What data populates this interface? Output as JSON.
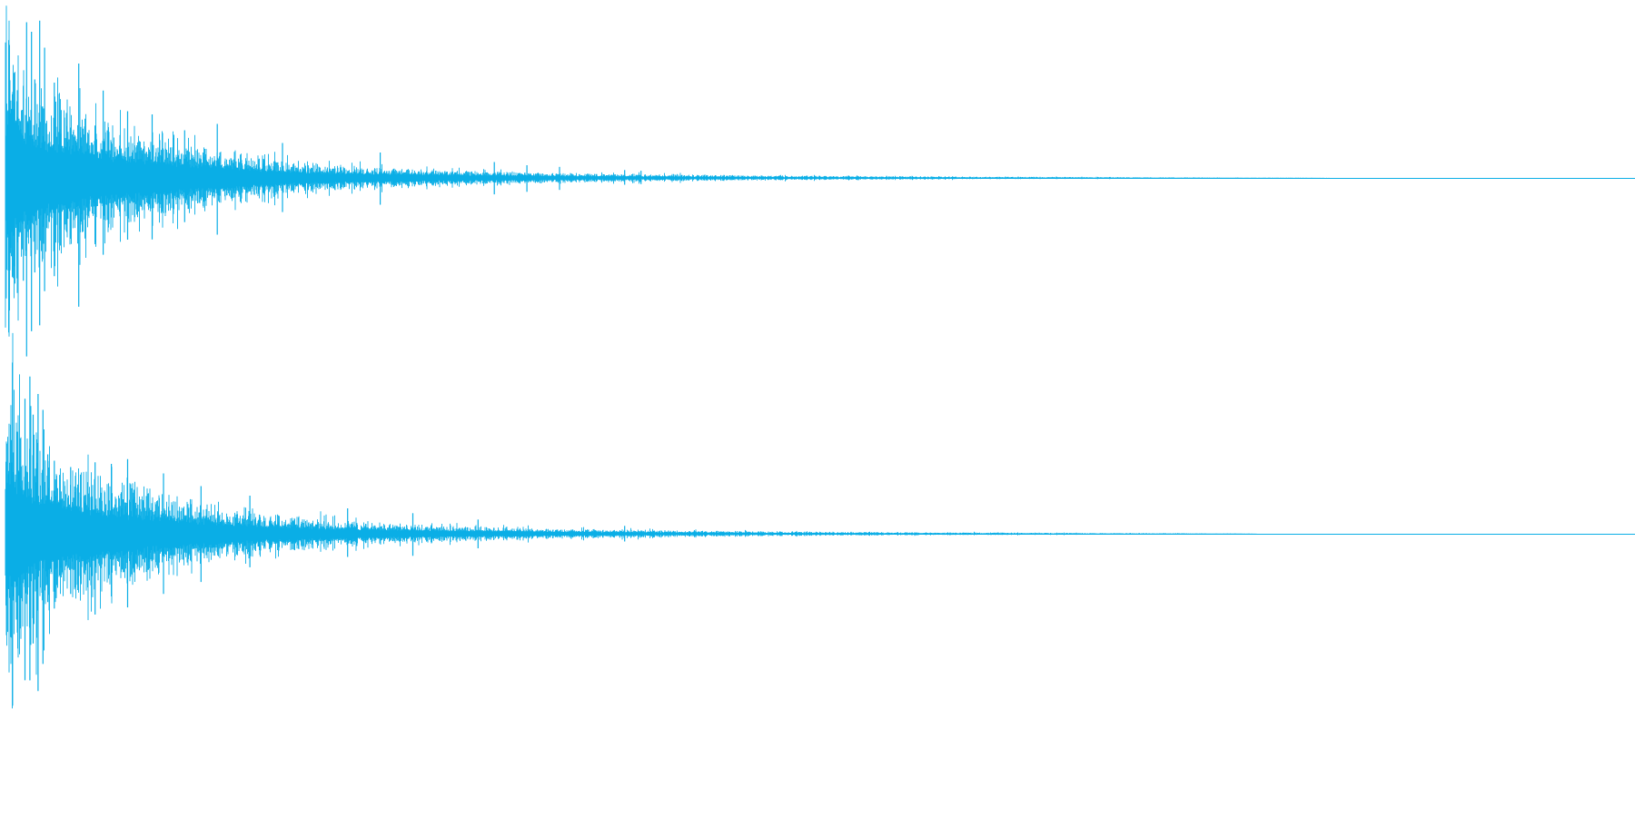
{
  "chart_data": {
    "type": "area",
    "xlabel": "",
    "ylabel": "",
    "grid": false,
    "legend": "none",
    "xlim": [
      0,
      1
    ],
    "ylim": [
      -1,
      1
    ],
    "channels": [
      {
        "envelope_x": [
          0.0,
          0.003,
          0.01,
          0.02,
          0.04,
          0.06,
          0.08,
          0.1,
          0.12,
          0.14,
          0.16,
          0.18,
          0.2,
          0.22,
          0.25,
          0.3,
          0.35,
          0.4,
          0.45,
          0.5,
          0.55,
          0.6,
          0.65,
          0.7,
          0.76,
          0.8,
          0.82,
          1.0
        ],
        "envelope_amp": [
          0.55,
          0.72,
          0.58,
          0.48,
          0.36,
          0.29,
          0.24,
          0.2,
          0.16,
          0.13,
          0.1,
          0.08,
          0.065,
          0.055,
          0.045,
          0.032,
          0.024,
          0.018,
          0.013,
          0.01,
          0.008,
          0.006,
          0.0045,
          0.003,
          0.0015,
          0.0008,
          0.0,
          0.0
        ],
        "peaks_x": [
          0.011,
          0.013,
          0.016,
          0.018,
          0.021,
          0.024,
          0.03,
          0.045,
          0.06,
          0.075,
          0.09,
          0.11,
          0.13,
          0.17,
          0.23,
          0.3,
          0.32,
          0.34,
          0.38,
          0.39
        ],
        "peaks_amp": [
          0.58,
          0.98,
          0.92,
          0.62,
          0.99,
          0.82,
          0.6,
          0.72,
          0.55,
          0.42,
          0.4,
          0.3,
          0.34,
          0.22,
          0.16,
          0.1,
          0.08,
          0.07,
          0.05,
          0.045
        ]
      },
      {
        "envelope_x": [
          0.0,
          0.003,
          0.01,
          0.02,
          0.04,
          0.06,
          0.08,
          0.1,
          0.12,
          0.14,
          0.16,
          0.18,
          0.2,
          0.22,
          0.25,
          0.3,
          0.35,
          0.4,
          0.45,
          0.5,
          0.55,
          0.6,
          0.65,
          0.7,
          0.76,
          0.77,
          1.0
        ],
        "envelope_amp": [
          0.52,
          0.7,
          0.56,
          0.46,
          0.35,
          0.28,
          0.23,
          0.19,
          0.155,
          0.125,
          0.1,
          0.08,
          0.065,
          0.055,
          0.045,
          0.032,
          0.024,
          0.018,
          0.013,
          0.01,
          0.008,
          0.006,
          0.0045,
          0.003,
          0.0015,
          0.0,
          0.0
        ],
        "peaks_x": [
          0.009,
          0.012,
          0.015,
          0.017,
          0.02,
          0.023,
          0.026,
          0.03,
          0.04,
          0.055,
          0.065,
          0.075,
          0.097,
          0.12,
          0.15,
          0.21,
          0.25,
          0.29,
          0.38
        ],
        "peaks_amp": [
          0.6,
          0.85,
          0.99,
          0.75,
          0.88,
          0.78,
          0.5,
          0.46,
          0.42,
          0.45,
          0.44,
          0.47,
          0.38,
          0.3,
          0.24,
          0.16,
          0.13,
          0.09,
          0.05
        ]
      }
    ],
    "colors": {
      "waveform": "#0aaee6",
      "background": "#ffffff"
    }
  }
}
